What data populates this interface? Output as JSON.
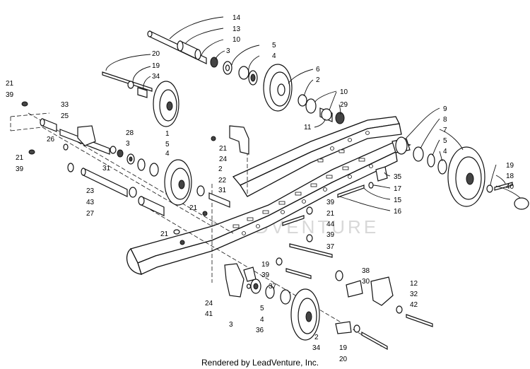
{
  "footer": {
    "credit": "Rendered by LeadVenture, Inc."
  },
  "watermark": {
    "text": "LEADVENTURE"
  },
  "callouts": {
    "c14": "14",
    "c13": "13",
    "c10a": "10",
    "c3a": "3",
    "c5a": "5",
    "c4a": "4",
    "c20a": "20",
    "c19a": "19",
    "c34a": "34",
    "c6": "6",
    "c2a": "2",
    "c10b": "10",
    "c29": "29",
    "c11": "11",
    "c21a": "21",
    "c39a": "39",
    "c33": "33",
    "c25": "25",
    "c26": "26",
    "c28": "28",
    "c3b": "3",
    "c5b": "5",
    "c4b": "4",
    "c1": "1",
    "c24a": "24",
    "c21b": "21",
    "c21c": "21",
    "c39b": "39",
    "c31a": "31",
    "c2b": "2",
    "c22": "22",
    "c31b": "31",
    "c23": "23",
    "c43": "43",
    "c27": "27",
    "c9": "9",
    "c8": "8",
    "c7": "7",
    "c5c": "5",
    "c4c": "4",
    "c35": "35",
    "c17": "17",
    "c15": "15",
    "c16": "16",
    "c19b": "19",
    "c18": "18",
    "c40": "40",
    "c21d": "21",
    "c39c": "39",
    "c21e": "21",
    "c44": "44",
    "c21f": "21",
    "c39d": "39",
    "c37a": "37",
    "c19c": "19",
    "c39e": "39",
    "c37b": "37",
    "c38": "38",
    "c30": "30",
    "c12": "12",
    "c32": "32",
    "c42": "42",
    "c24b": "24",
    "c41": "41",
    "c3c": "3",
    "c5d": "5",
    "c4d": "4",
    "c36": "36",
    "c2c": "2",
    "c34b": "34",
    "c19d": "19",
    "c20b": "20"
  }
}
